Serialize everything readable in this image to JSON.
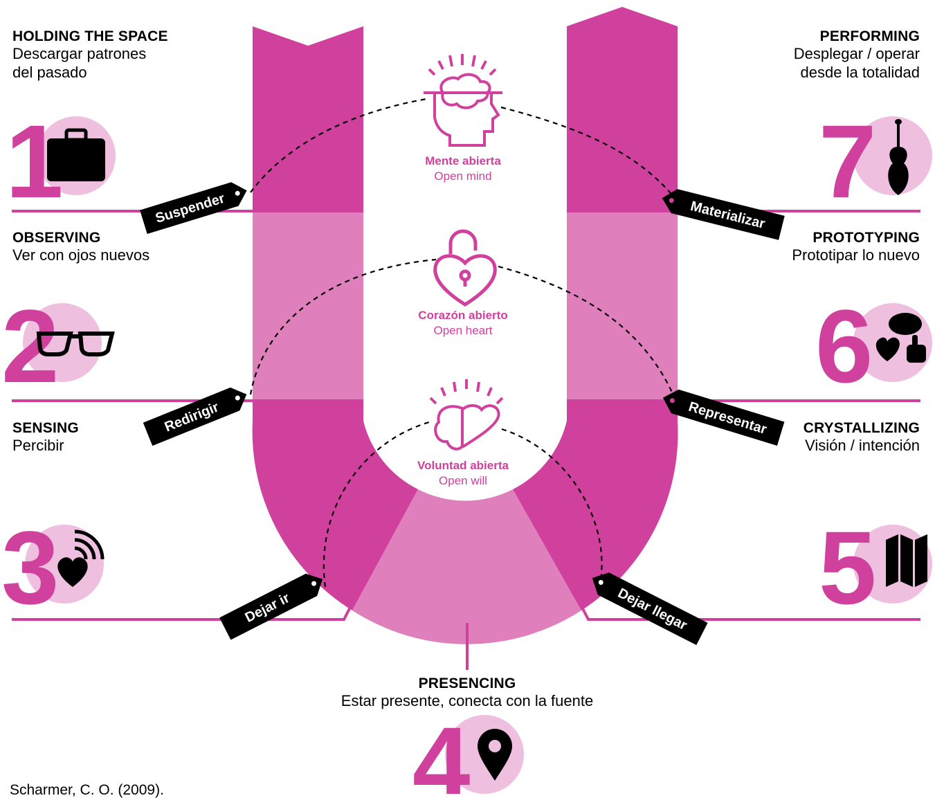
{
  "stages": [
    {
      "number": "1",
      "title": "HOLDING THE SPACE",
      "subtitle_lines": [
        "Descargar patrones",
        "del pasado"
      ],
      "icon": "briefcase-icon"
    },
    {
      "number": "2",
      "title": "OBSERVING",
      "subtitle_lines": [
        "Ver con ojos nuevos"
      ],
      "icon": "glasses-icon"
    },
    {
      "number": "3",
      "title": "SENSING",
      "subtitle_lines": [
        "Percibir"
      ],
      "icon": "heart-signal-icon"
    },
    {
      "number": "4",
      "title": "PRESENCING",
      "subtitle_lines": [
        "Estar presente, conecta con la fuente"
      ],
      "icon": "location-pin-icon"
    },
    {
      "number": "5",
      "title": "CRYSTALLIZING",
      "subtitle_lines": [
        "Visión / intención"
      ],
      "icon": "map-icon"
    },
    {
      "number": "6",
      "title": "PROTOTYPING",
      "subtitle_lines": [
        "Prototipar lo nuevo"
      ],
      "icon": "brain-heart-hand-icon"
    },
    {
      "number": "7",
      "title": "PERFORMING",
      "subtitle_lines": [
        "Desplegar / operar",
        "desde la totalidad"
      ],
      "icon": "violin-icon"
    }
  ],
  "openings": [
    {
      "es": "Mente abierta",
      "en": "Open mind",
      "icon": "head-brain-icon"
    },
    {
      "es": "Corazón abierto",
      "en": "Open heart",
      "icon": "heart-padlock-icon"
    },
    {
      "es": "Voluntad abierta",
      "en": "Open will",
      "icon": "brain-heart-icon"
    }
  ],
  "tags": {
    "left": [
      "Suspender",
      "Redirigir",
      "Dejar ir"
    ],
    "right": [
      "Materializar",
      "Representar",
      "Dejar llegar"
    ]
  },
  "citation": "Scharmer, C. O. (2009).",
  "colors": {
    "magenta": "#d0409d",
    "light_magenta": "#df7fbb",
    "circle_pink": "#efbfe0",
    "black": "#000000",
    "white": "#ffffff"
  }
}
